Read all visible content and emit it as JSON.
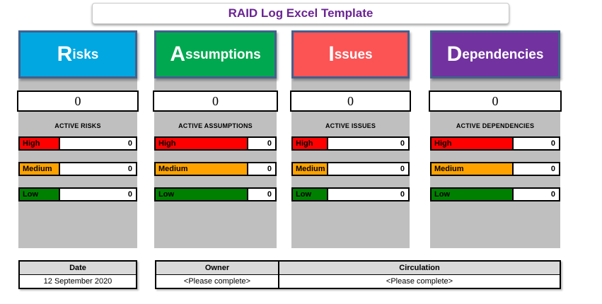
{
  "title": "RAID Log Excel Template",
  "colors": {
    "title_text": "#6B2493",
    "panel_gray": "#BFBFBF",
    "table_header_gray": "#D9D9D9",
    "box_border": "#44608C",
    "risks_blue": "#00A7E1",
    "assumptions_green": "#00A84F",
    "issues_red": "#FC5355",
    "dependencies_purple": "#7232A0"
  },
  "columns": [
    {
      "name": "risks",
      "initial": "R",
      "rest": "isks",
      "color": "#00A7E1",
      "count": "0",
      "active_label": "ACTIVE RISKS",
      "rows": [
        {
          "label": "High",
          "value": "0",
          "color": "#FE0000"
        },
        {
          "label": "Medium",
          "value": "0",
          "color": "#FFA200"
        },
        {
          "label": "Low",
          "value": "0",
          "color": "#008000"
        }
      ]
    },
    {
      "name": "assumptions",
      "initial": "A",
      "rest": "ssumptions",
      "color": "#00A84F",
      "count": "0",
      "active_label": "ACTIVE ASSUMPTIONS",
      "rows": [
        {
          "label": "High",
          "value": "0",
          "color": "#FE0000"
        },
        {
          "label": "Medium",
          "value": "0",
          "color": "#FFA200"
        },
        {
          "label": "Low",
          "value": "0",
          "color": "#008000"
        }
      ]
    },
    {
      "name": "issues",
      "initial": "I",
      "rest": "ssues",
      "color": "#FC5355",
      "count": "0",
      "active_label": "ACTIVE ISSUES",
      "rows": [
        {
          "label": "High",
          "value": "0",
          "color": "#FE0000"
        },
        {
          "label": "Medium",
          "value": "0",
          "color": "#FFA200"
        },
        {
          "label": "Low",
          "value": "0",
          "color": "#008000"
        }
      ]
    },
    {
      "name": "dependencies",
      "initial": "D",
      "rest": "ependencies",
      "color": "#7232A0",
      "count": "0",
      "active_label": "ACTIVE DEPENDENCIES",
      "rows": [
        {
          "label": "High",
          "value": "0",
          "color": "#FE0000"
        },
        {
          "label": "Medium",
          "value": "0",
          "color": "#FFA200"
        },
        {
          "label": "Low",
          "value": "0",
          "color": "#008000"
        }
      ]
    }
  ],
  "footer": {
    "date_header": "Date",
    "date_value": "12 September 2020",
    "owner_header": "Owner",
    "owner_value": "<Please complete>",
    "circulation_header": "Circulation",
    "circulation_value": "<Please complete>"
  }
}
